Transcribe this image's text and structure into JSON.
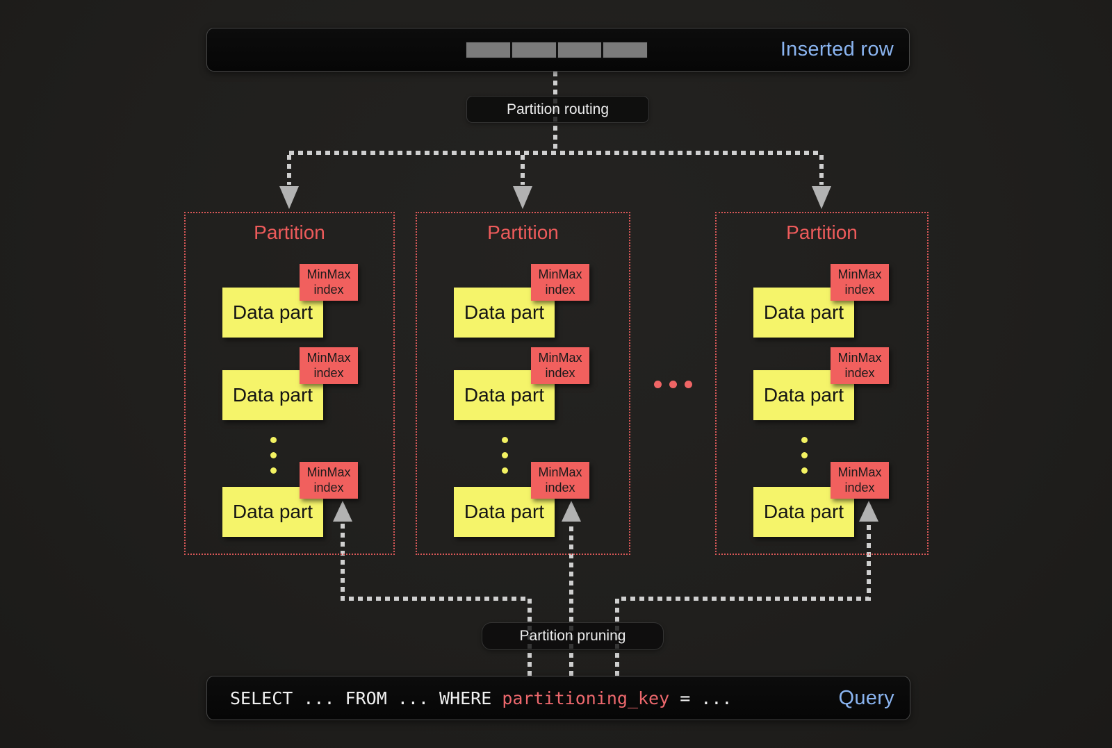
{
  "colors": {
    "background": "#201f1d",
    "box_fill": "#080808",
    "accent_blue": "#8ab4f0",
    "accent_red": "#ee5b5b",
    "partition_border_red": "#da5858",
    "datapart_yellow": "#f5f46a",
    "minmax_red": "#f1605e",
    "dash_gray": "#cfcfcf",
    "arrowhead_gray": "#b2b2b2",
    "row_segment_gray": "#7b7b7b"
  },
  "inserted_row": {
    "label": "Inserted row",
    "segment_count": 4
  },
  "routing": {
    "label": "Partition routing"
  },
  "pruning": {
    "label": "Partition pruning"
  },
  "ellipsis": {
    "between_partitions": "...",
    "inside_partition": "..."
  },
  "partitions": [
    {
      "title": "Partition",
      "parts": [
        {
          "label": "Data part",
          "tag": "MinMax index"
        },
        {
          "label": "Data part",
          "tag": "MinMax index"
        },
        {
          "label": "Data part",
          "tag": "MinMax index"
        }
      ]
    },
    {
      "title": "Partition",
      "parts": [
        {
          "label": "Data part",
          "tag": "MinMax index"
        },
        {
          "label": "Data part",
          "tag": "MinMax index"
        },
        {
          "label": "Data part",
          "tag": "MinMax index"
        }
      ]
    },
    {
      "title": "Partition",
      "parts": [
        {
          "label": "Data part",
          "tag": "MinMax index"
        },
        {
          "label": "Data part",
          "tag": "MinMax index"
        },
        {
          "label": "Data part",
          "tag": "MinMax index"
        }
      ]
    }
  ],
  "query": {
    "sql_prefix": "SELECT ... FROM ... WHERE ",
    "sql_key": "partitioning_key",
    "sql_suffix": " = ...",
    "label": "Query"
  }
}
